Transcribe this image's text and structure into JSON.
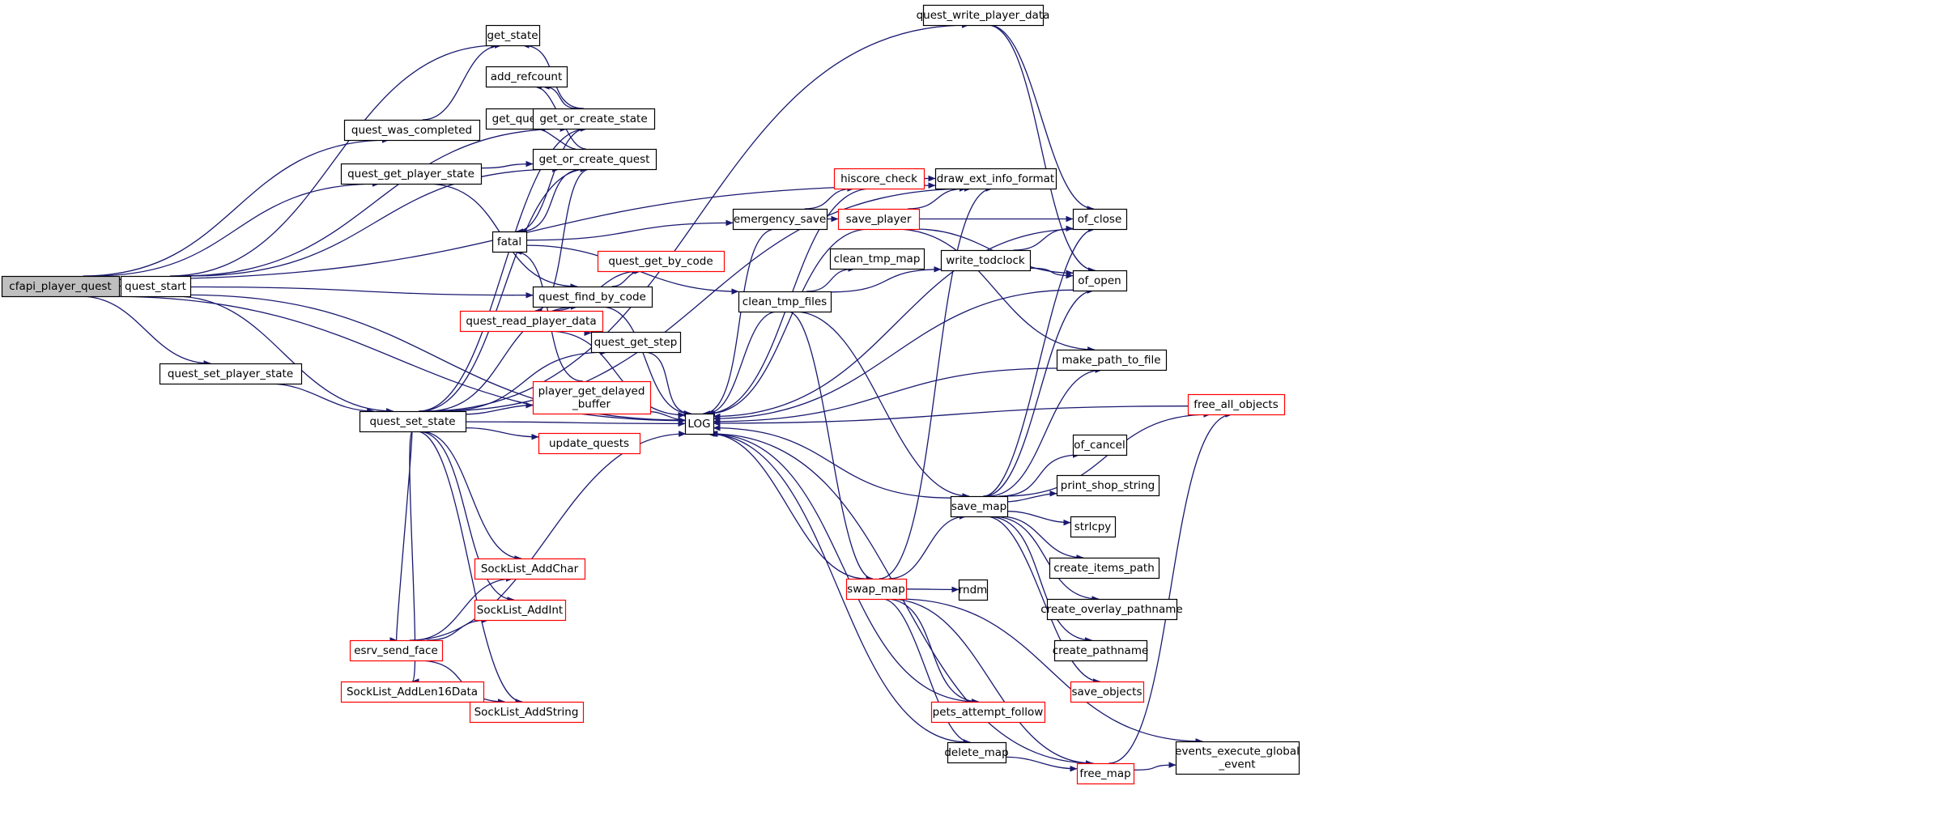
{
  "colors": {
    "edge": "#191970",
    "border_normal": "#000000",
    "border_truncated": "#ff0000",
    "focus_fill": "#bfbfbf",
    "node_fill": "#ffffff",
    "text": "#000000"
  },
  "nodes": {
    "cfapi_player_quest": {
      "label": "cfapi_player_quest",
      "style": "focus"
    },
    "quest_start": {
      "label": "quest_start",
      "style": "normal"
    },
    "quest_set_player_state": {
      "label": "quest_set_player_state",
      "style": "normal"
    },
    "quest_was_completed": {
      "label": "quest_was_completed",
      "style": "normal"
    },
    "quest_get_player_state": {
      "label": "quest_get_player_state",
      "style": "normal"
    },
    "quest_set_state": {
      "label": "quest_set_state",
      "style": "normal"
    },
    "get_state": {
      "label": "get_state",
      "style": "normal"
    },
    "add_refcount": {
      "label": "add_refcount",
      "style": "normal"
    },
    "get_quest": {
      "label": "get_quest",
      "style": "normal"
    },
    "get_or_create_state": {
      "label": "get_or_create_state",
      "style": "normal"
    },
    "get_or_create_quest": {
      "label": "get_or_create_quest",
      "style": "normal"
    },
    "quest_find_by_code": {
      "label": "quest_find_by_code",
      "style": "normal"
    },
    "fatal": {
      "label": "fatal",
      "style": "normal"
    },
    "quest_get_by_code": {
      "label": "quest_get_by_code",
      "style": "truncated"
    },
    "quest_read_player_data": {
      "label": "quest_read_player_data",
      "style": "truncated"
    },
    "quest_get_step": {
      "label": "quest_get_step",
      "style": "normal"
    },
    "player_get_delayed_buffer": {
      "label_lines": [
        "player_get_delayed",
        "_buffer"
      ],
      "style": "truncated"
    },
    "update_quests": {
      "label": "update_quests",
      "style": "truncated"
    },
    "SockList_AddChar": {
      "label": "SockList_AddChar",
      "style": "truncated"
    },
    "SockList_AddInt": {
      "label": "SockList_AddInt",
      "style": "truncated"
    },
    "esrv_send_face": {
      "label": "esrv_send_face",
      "style": "truncated"
    },
    "SockList_AddLen16Data": {
      "label": "SockList_AddLen16Data",
      "style": "truncated"
    },
    "SockList_AddString": {
      "label": "SockList_AddString",
      "style": "truncated"
    },
    "LOG": {
      "label": "LOG",
      "style": "normal"
    },
    "quest_write_player_data": {
      "label": "quest_write_player_data",
      "style": "normal"
    },
    "draw_ext_info_format": {
      "label": "draw_ext_info_format",
      "style": "normal"
    },
    "hiscore_check": {
      "label": "hiscore_check",
      "style": "truncated"
    },
    "emergency_save": {
      "label": "emergency_save",
      "style": "normal"
    },
    "save_player": {
      "label": "save_player",
      "style": "truncated"
    },
    "clean_tmp_map": {
      "label": "clean_tmp_map",
      "style": "normal"
    },
    "clean_tmp_files": {
      "label": "clean_tmp_files",
      "style": "normal"
    },
    "write_todclock": {
      "label": "write_todclock",
      "style": "normal"
    },
    "of_close": {
      "label": "of_close",
      "style": "normal"
    },
    "of_open": {
      "label": "of_open",
      "style": "normal"
    },
    "make_path_to_file": {
      "label": "make_path_to_file",
      "style": "normal"
    },
    "free_all_objects": {
      "label": "free_all_objects",
      "style": "truncated"
    },
    "of_cancel": {
      "label": "of_cancel",
      "style": "normal"
    },
    "print_shop_string": {
      "label": "print_shop_string",
      "style": "normal"
    },
    "strlcpy": {
      "label": "strlcpy",
      "style": "normal"
    },
    "create_items_path": {
      "label": "create_items_path",
      "style": "normal"
    },
    "create_overlay_pathname": {
      "label": "create_overlay_pathname",
      "style": "normal"
    },
    "create_pathname": {
      "label": "create_pathname",
      "style": "normal"
    },
    "save_objects": {
      "label": "save_objects",
      "style": "truncated"
    },
    "save_map": {
      "label": "save_map",
      "style": "normal"
    },
    "swap_map": {
      "label": "swap_map",
      "style": "truncated"
    },
    "rndm": {
      "label": "rndm",
      "style": "normal"
    },
    "pets_attempt_follow": {
      "label": "pets_attempt_follow",
      "style": "truncated"
    },
    "delete_map": {
      "label": "delete_map",
      "style": "normal"
    },
    "free_map": {
      "label": "free_map",
      "style": "truncated"
    },
    "events_execute_global_event": {
      "label_lines": [
        "events_execute_global",
        "_event"
      ],
      "style": "normal"
    }
  },
  "edges": [
    [
      "cfapi_player_quest",
      "quest_start"
    ],
    [
      "cfapi_player_quest",
      "quest_set_player_state"
    ],
    [
      "cfapi_player_quest",
      "quest_was_completed"
    ],
    [
      "cfapi_player_quest",
      "quest_get_player_state"
    ],
    [
      "cfapi_player_quest",
      "draw_ext_info_format"
    ],
    [
      "cfapi_player_quest",
      "LOG"
    ],
    [
      "quest_start",
      "get_state"
    ],
    [
      "quest_start",
      "get_or_create_state"
    ],
    [
      "quest_start",
      "get_or_create_quest"
    ],
    [
      "quest_start",
      "quest_find_by_code"
    ],
    [
      "quest_start",
      "quest_set_state"
    ],
    [
      "quest_start",
      "LOG"
    ],
    [
      "quest_was_completed",
      "get_state"
    ],
    [
      "quest_get_player_state",
      "get_or_create_quest"
    ],
    [
      "quest_get_player_state",
      "quest_find_by_code"
    ],
    [
      "quest_set_player_state",
      "quest_set_state"
    ],
    [
      "quest_set_state",
      "get_or_create_state"
    ],
    [
      "quest_set_state",
      "get_or_create_quest"
    ],
    [
      "quest_set_state",
      "quest_find_by_code"
    ],
    [
      "quest_set_state",
      "quest_get_step"
    ],
    [
      "quest_set_state",
      "player_get_delayed_buffer"
    ],
    [
      "quest_set_state",
      "update_quests"
    ],
    [
      "quest_set_state",
      "SockList_AddChar"
    ],
    [
      "quest_set_state",
      "SockList_AddInt"
    ],
    [
      "quest_set_state",
      "esrv_send_face"
    ],
    [
      "quest_set_state",
      "SockList_AddLen16Data"
    ],
    [
      "quest_set_state",
      "SockList_AddString"
    ],
    [
      "quest_set_state",
      "quest_write_player_data"
    ],
    [
      "quest_set_state",
      "draw_ext_info_format"
    ],
    [
      "quest_set_state",
      "LOG"
    ],
    [
      "get_or_create_state",
      "get_state"
    ],
    [
      "get_or_create_state",
      "add_refcount"
    ],
    [
      "get_or_create_state",
      "fatal"
    ],
    [
      "get_or_create_quest",
      "add_refcount"
    ],
    [
      "get_or_create_quest",
      "get_quest"
    ],
    [
      "get_or_create_quest",
      "fatal"
    ],
    [
      "get_or_create_quest",
      "quest_read_player_data"
    ],
    [
      "quest_find_by_code",
      "quest_get_by_code"
    ],
    [
      "quest_find_by_code",
      "LOG"
    ],
    [
      "fatal",
      "emergency_save"
    ],
    [
      "fatal",
      "clean_tmp_files"
    ],
    [
      "quest_read_player_data",
      "quest_get_by_code"
    ],
    [
      "quest_read_player_data",
      "quest_get_step"
    ],
    [
      "quest_read_player_data",
      "LOG"
    ],
    [
      "quest_get_step",
      "LOG"
    ],
    [
      "player_get_delayed_buffer",
      "fatal"
    ],
    [
      "player_get_delayed_buffer",
      "LOG"
    ],
    [
      "esrv_send_face",
      "SockList_AddChar"
    ],
    [
      "esrv_send_face",
      "SockList_AddInt"
    ],
    [
      "esrv_send_face",
      "SockList_AddString"
    ],
    [
      "esrv_send_face",
      "LOG"
    ],
    [
      "quest_write_player_data",
      "of_close"
    ],
    [
      "quest_write_player_data",
      "of_open"
    ],
    [
      "emergency_save",
      "hiscore_check"
    ],
    [
      "emergency_save",
      "save_player"
    ],
    [
      "emergency_save",
      "LOG"
    ],
    [
      "hiscore_check",
      "draw_ext_info_format"
    ],
    [
      "hiscore_check",
      "LOG"
    ],
    [
      "save_player",
      "draw_ext_info_format"
    ],
    [
      "save_player",
      "of_close"
    ],
    [
      "save_player",
      "of_open"
    ],
    [
      "save_player",
      "make_path_to_file"
    ],
    [
      "save_player",
      "LOG"
    ],
    [
      "clean_tmp_files",
      "clean_tmp_map"
    ],
    [
      "clean_tmp_files",
      "write_todclock"
    ],
    [
      "clean_tmp_files",
      "save_map"
    ],
    [
      "clean_tmp_files",
      "swap_map"
    ],
    [
      "clean_tmp_files",
      "LOG"
    ],
    [
      "write_todclock",
      "of_close"
    ],
    [
      "write_todclock",
      "of_open"
    ],
    [
      "save_map",
      "of_close"
    ],
    [
      "save_map",
      "of_open"
    ],
    [
      "save_map",
      "make_path_to_file"
    ],
    [
      "save_map",
      "free_all_objects"
    ],
    [
      "save_map",
      "of_cancel"
    ],
    [
      "save_map",
      "print_shop_string"
    ],
    [
      "save_map",
      "strlcpy"
    ],
    [
      "save_map",
      "create_items_path"
    ],
    [
      "save_map",
      "create_overlay_pathname"
    ],
    [
      "save_map",
      "create_pathname"
    ],
    [
      "save_map",
      "save_objects"
    ],
    [
      "save_map",
      "LOG"
    ],
    [
      "swap_map",
      "save_map"
    ],
    [
      "swap_map",
      "rndm"
    ],
    [
      "swap_map",
      "pets_attempt_follow"
    ],
    [
      "swap_map",
      "delete_map"
    ],
    [
      "swap_map",
      "free_map"
    ],
    [
      "swap_map",
      "events_execute_global_event"
    ],
    [
      "swap_map",
      "draw_ext_info_format"
    ],
    [
      "swap_map",
      "LOG"
    ],
    [
      "pets_attempt_follow",
      "LOG"
    ],
    [
      "delete_map",
      "free_map"
    ],
    [
      "delete_map",
      "LOG"
    ],
    [
      "free_map",
      "free_all_objects"
    ],
    [
      "free_map",
      "events_execute_global_event"
    ],
    [
      "free_map",
      "LOG"
    ],
    [
      "free_all_objects",
      "LOG"
    ],
    [
      "make_path_to_file",
      "LOG"
    ],
    [
      "of_close",
      "LOG"
    ],
    [
      "of_open",
      "LOG"
    ]
  ]
}
